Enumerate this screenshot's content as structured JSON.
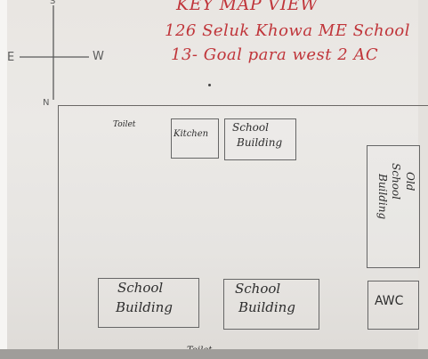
{
  "header": {
    "title": "KEY MAP VIEW",
    "line1": "126 Seluk Khowa ME School",
    "line2": "13- Goal para west 2 AC"
  },
  "compass": {
    "north": "N",
    "south": "S",
    "east": "E",
    "west": "W"
  },
  "buildings": {
    "toilet_top": "Toilet",
    "kitchen": "Kitchen",
    "school_building_top_line1": "School",
    "school_building_top_line2": "Building",
    "old_school_line1": "Old",
    "old_school_line2": "School",
    "old_school_line3": "Building",
    "school_building_bl_line1": "School",
    "school_building_bl_line2": "Building",
    "school_building_bc_line1": "School",
    "school_building_bc_line2": "Building",
    "awc": "AWC",
    "toilet_bottom": "Toilet"
  },
  "colors": {
    "ink_red": "#c0353a",
    "ink_pencil": "#2d2d2d",
    "paper": "#e9e6e2"
  }
}
